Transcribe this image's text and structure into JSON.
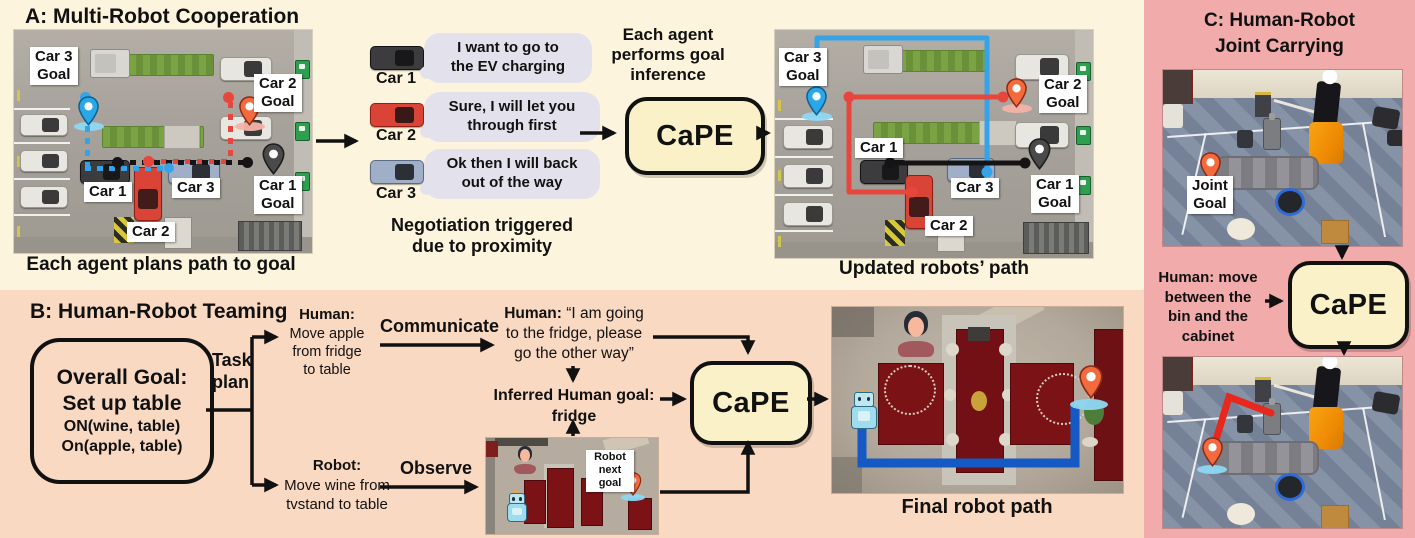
{
  "panel_a": {
    "title": "A: Multi-Robot Cooperation",
    "left_caption": "Each agent plans path to goal",
    "right_caption": "Updated robots’ path",
    "negotiation": {
      "rows": [
        {
          "car": "Car 1",
          "bubble": "I want to go to\nthe EV charging"
        },
        {
          "car": "Car 2",
          "bubble": "Sure, I will let you\nthrough first"
        },
        {
          "car": "Car 3",
          "bubble": "Ok then I will back\nout of the way"
        }
      ],
      "caption": "Negotiation triggered\ndue to proximity"
    },
    "inference_note": "Each agent\nperforms goal\ninference",
    "cape": "CaPE",
    "labels": {
      "car1": "Car 1",
      "car2": "Car 2",
      "car3": "Car 3",
      "car1_goal": "Car 1\nGoal",
      "car2_goal": "Car 2\nGoal",
      "car3_goal": "Car 3\nGoal"
    }
  },
  "panel_b": {
    "title": "B: Human-Robot Teaming",
    "goal_box": {
      "line1": "Overall Goal:",
      "line2": "Set up table",
      "line3": "ON(wine, table)",
      "line4": "On(apple, table)"
    },
    "task_plan": "Task\nplan",
    "human_task": {
      "who": "Human:",
      "what": "Move apple\nfrom fridge\nto table"
    },
    "robot_task": {
      "who": "Robot:",
      "what": "Move wine from\ntvstand to table"
    },
    "communicate": "Communicate",
    "observe": "Observe",
    "human_quote": {
      "who": "Human:",
      "text": " “I am going to the fridge, please go the other way”"
    },
    "inferred": "Inferred Human goal:\nfridge",
    "cape": "CaPE",
    "robot_next_goal": "Robot\nnext\ngoal",
    "final_caption": "Final robot path"
  },
  "panel_c": {
    "title": "C: Human-Robot\nJoint Carrying",
    "instruction": "Human: move\nbetween the\nbin and the\ncabinet",
    "cape": "CaPE",
    "joint_goal": "Joint\nGoal"
  }
}
